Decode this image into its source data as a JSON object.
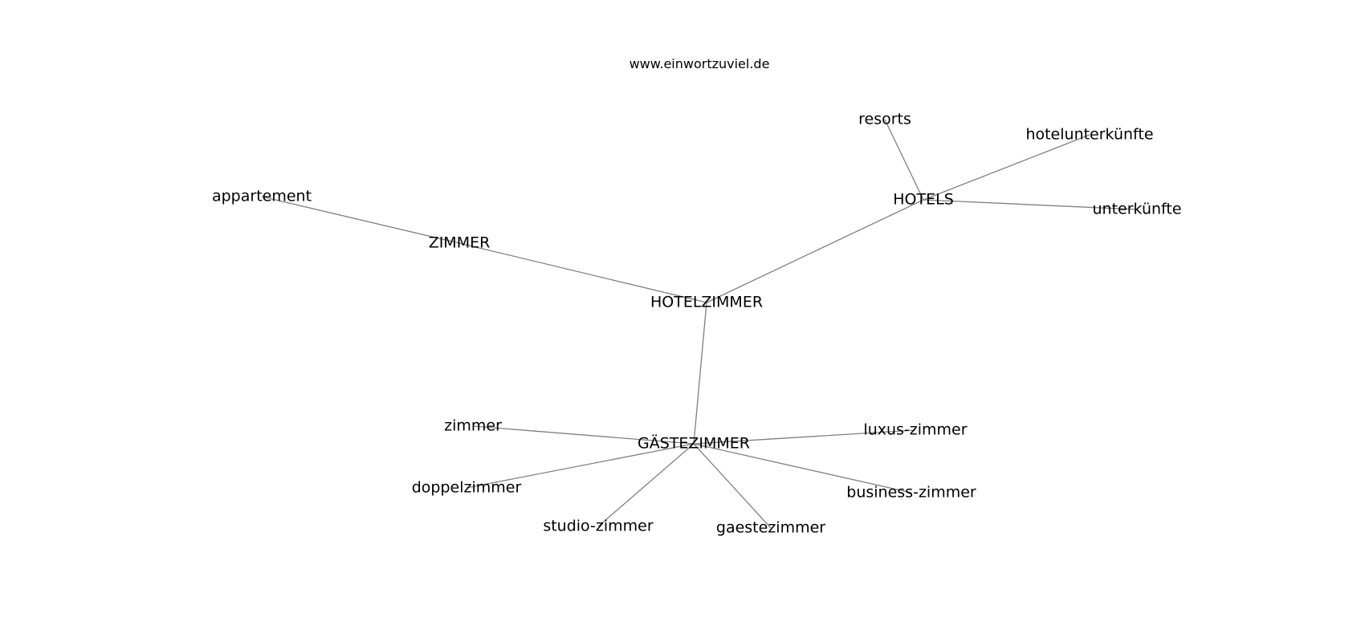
{
  "site": "www.einwortzuviel.de",
  "colors": {
    "edge": "#808080",
    "text": "#000000",
    "background": "#ffffff"
  },
  "nodes": [
    {
      "id": "hotelzimmer",
      "label": "HOTELZIMMER"
    },
    {
      "id": "zimmer-hub",
      "label": "ZIMMER"
    },
    {
      "id": "hotels",
      "label": "HOTELS"
    },
    {
      "id": "gaestezimmer-hub",
      "label": "GÄSTEZIMMER"
    },
    {
      "id": "appartement",
      "label": "appartement"
    },
    {
      "id": "resorts",
      "label": "resorts"
    },
    {
      "id": "hotelunterkuenfte",
      "label": "hotelunterkünfte"
    },
    {
      "id": "unterkuenfte",
      "label": "unterkünfte"
    },
    {
      "id": "zimmer",
      "label": "zimmer"
    },
    {
      "id": "doppelzimmer",
      "label": "doppelzimmer"
    },
    {
      "id": "studio-zimmer",
      "label": "studio-zimmer"
    },
    {
      "id": "gaestezimmer",
      "label": "gaestezimmer"
    },
    {
      "id": "business-zimmer",
      "label": "business-zimmer"
    },
    {
      "id": "luxus-zimmer",
      "label": "luxus-zimmer"
    }
  ],
  "edges": [
    [
      "hotelzimmer",
      "zimmer-hub"
    ],
    [
      "hotelzimmer",
      "hotels"
    ],
    [
      "hotelzimmer",
      "gaestezimmer-hub"
    ],
    [
      "zimmer-hub",
      "appartement"
    ],
    [
      "hotels",
      "resorts"
    ],
    [
      "hotels",
      "hotelunterkuenfte"
    ],
    [
      "hotels",
      "unterkuenfte"
    ],
    [
      "gaestezimmer-hub",
      "zimmer"
    ],
    [
      "gaestezimmer-hub",
      "doppelzimmer"
    ],
    [
      "gaestezimmer-hub",
      "studio-zimmer"
    ],
    [
      "gaestezimmer-hub",
      "gaestezimmer"
    ],
    [
      "gaestezimmer-hub",
      "business-zimmer"
    ],
    [
      "gaestezimmer-hub",
      "luxus-zimmer"
    ]
  ]
}
